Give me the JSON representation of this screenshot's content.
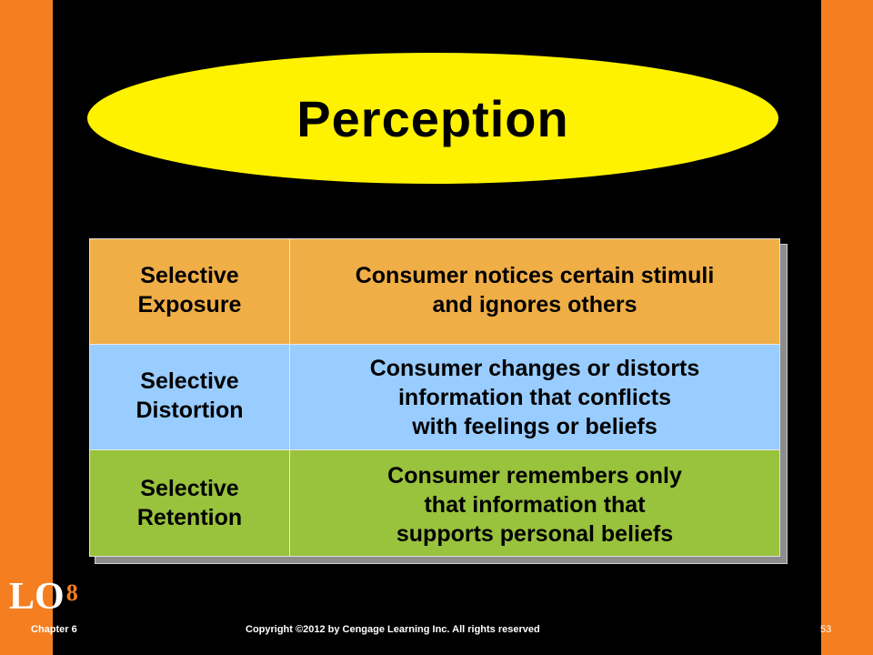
{
  "slide": {
    "title": "Perception",
    "rows": [
      {
        "term": "Selective\nExposure",
        "definition": "Consumer notices certain stimuli\nand ignores others",
        "color": "#F0AE47"
      },
      {
        "term": "Selective\nDistortion",
        "definition": "Consumer changes or distorts\ninformation that conflicts\nwith feelings or beliefs",
        "color": "#99CCFF"
      },
      {
        "term": "Selective\nRetention",
        "definition": "Consumer remembers only\nthat information that\nsupports personal beliefs",
        "color": "#99C23D"
      }
    ],
    "lo_label": "LO",
    "lo_number": "8"
  },
  "footer": {
    "chapter": "Chapter 6",
    "copyright": "Copyright ©2012 by Cengage Learning Inc.  All rights reserved",
    "page": "53"
  },
  "colors": {
    "side_bars": "#F57F20",
    "title_ellipse": "#FFF200",
    "background": "#000000"
  }
}
